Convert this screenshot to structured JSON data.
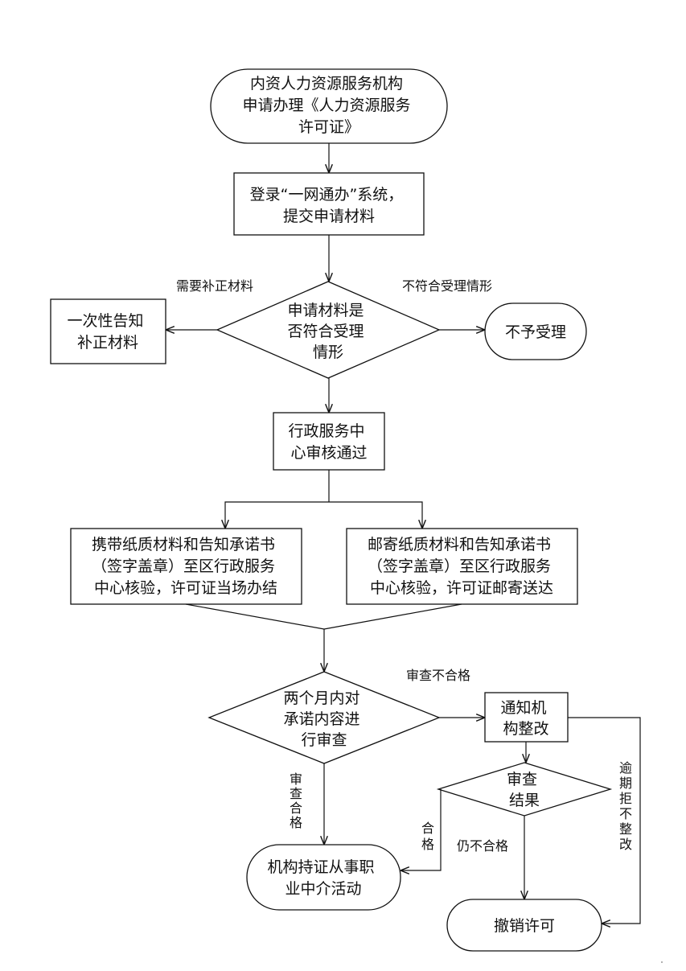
{
  "nodes": {
    "start": [
      "内资人力资源服务机构",
      "申请办理《人力资源服务",
      "许可证》"
    ],
    "submit": [
      "登录“一网通办”系统，",
      "提交申请材料"
    ],
    "check_materials": [
      "申请材料是",
      "否符合受理",
      "情形"
    ],
    "supplement": [
      "一次性告知",
      "补正材料"
    ],
    "reject": [
      "不予受理"
    ],
    "center_approve": [
      "行政服务中",
      "心审核通过"
    ],
    "carry": [
      "携带纸质材料和告知承诺书",
      "（签字盖章）至区行政服务",
      "中心核验，许可证当场办结"
    ],
    "mail": [
      "邮寄纸质材料和告知承诺书",
      "（签字盖章）至区行政服务",
      "中心核验，许可证邮寄送达"
    ],
    "review": [
      "两个月内对",
      "承诺内容进",
      "行审查"
    ],
    "rectify": [
      "通知机",
      "构整改"
    ],
    "result": [
      "审查",
      "结果"
    ],
    "operate": [
      "机构持证从事职",
      "业中介活动"
    ],
    "revoke": [
      "撤销许可"
    ]
  },
  "edges": {
    "need_supplement": "需要补正材料",
    "not_acceptable": "不符合受理情形",
    "review_fail": "审查不合格",
    "review_pass": "审查合格",
    "overdue": "逾期拒不整改",
    "qualified": "合格",
    "still_fail": "仍不合格"
  }
}
